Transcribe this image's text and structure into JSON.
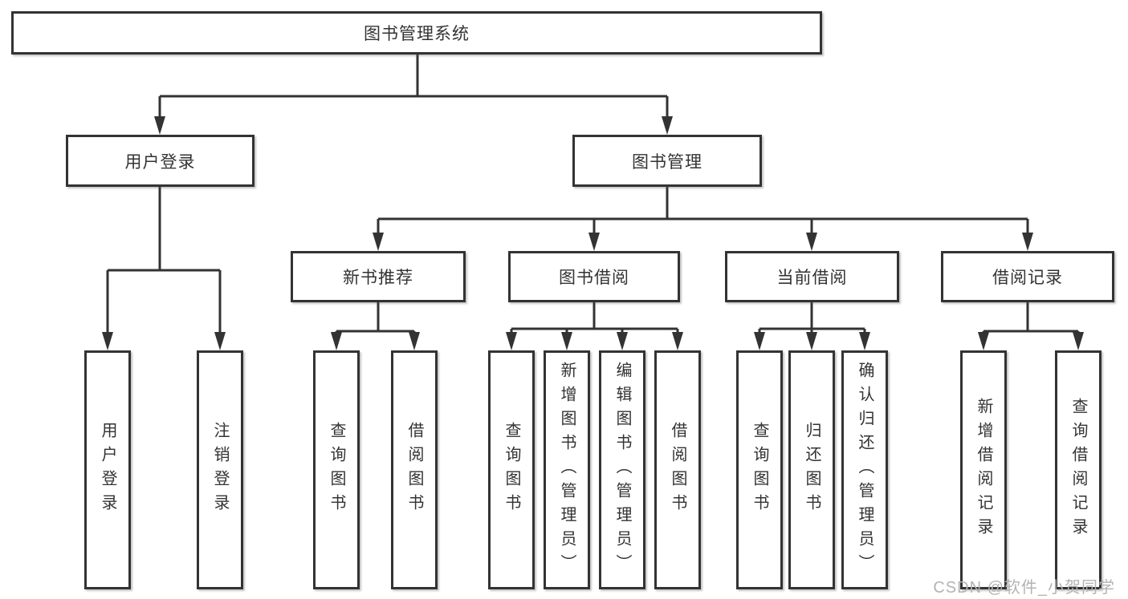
{
  "colors": {
    "line": "#333333",
    "box_border": "#333333",
    "text": "#333333",
    "watermark": "#b3b3b3",
    "background": "#ffffff"
  },
  "tree": {
    "root": "图书管理系统",
    "branches": [
      {
        "label": "用户登录",
        "children": [
          "用户登录",
          "注销登录"
        ]
      },
      {
        "label": "图书管理",
        "children": [
          {
            "label": "新书推荐",
            "children": [
              "查询图书",
              "借阅图书"
            ]
          },
          {
            "label": "图书借阅",
            "children": [
              "查询图书",
              "新增图书（管理员）",
              "编辑图书（管理员）",
              "借阅图书"
            ]
          },
          {
            "label": "当前借阅",
            "children": [
              "查询图书",
              "归还图书",
              "确认归还（管理员）"
            ]
          },
          {
            "label": "借阅记录",
            "children": [
              "新增借阅记录",
              "查询借阅记录"
            ]
          }
        ]
      }
    ]
  },
  "watermark": {
    "text": "CSDN @软件_小贺同学"
  }
}
